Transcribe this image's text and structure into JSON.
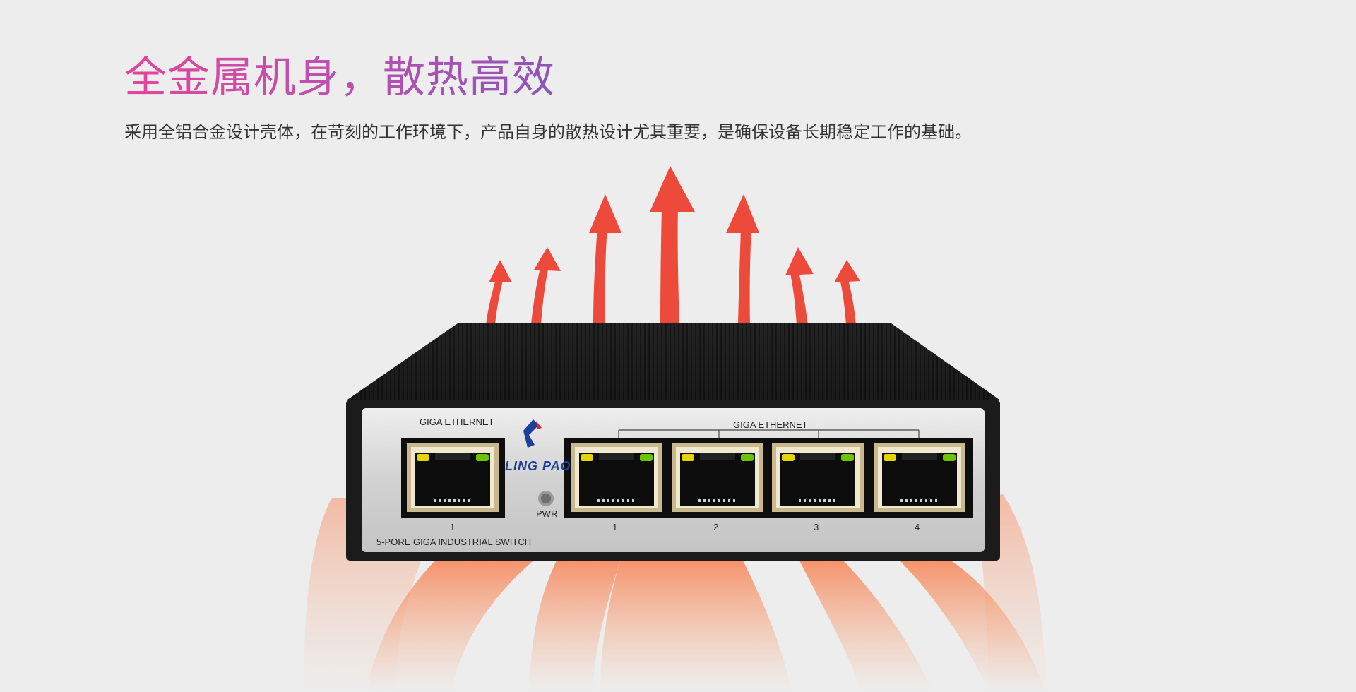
{
  "headline": "全金属机身，散热高效",
  "description": "采用全铝合金设计壳体，在苛刻的工作环境下，产品自身的散热设计尤其重要，是确保设备长期稳定工作的基础。",
  "device": {
    "left_group_label": "GIGA ETHERNET",
    "right_group_label": "GIGA ETHERNET",
    "brand": "LING PAO",
    "power_label": "PWR",
    "model_label": "5-PORE GIGA INDUSTRIAL SWITCH",
    "ports": [
      {
        "number": "1"
      },
      {
        "number": "1"
      },
      {
        "number": "2"
      },
      {
        "number": "3"
      },
      {
        "number": "4"
      }
    ]
  },
  "colors": {
    "headline_gradient_start": "#e2469a",
    "headline_gradient_end": "#8d55b8",
    "arrow_red": "#ee4a3c",
    "heat_orange": "#f79a6a",
    "body_black": "#1c1c1c",
    "panel_silver": "#d9d9d9",
    "led_yellow": "#e6d400",
    "led_green": "#6cc400"
  }
}
